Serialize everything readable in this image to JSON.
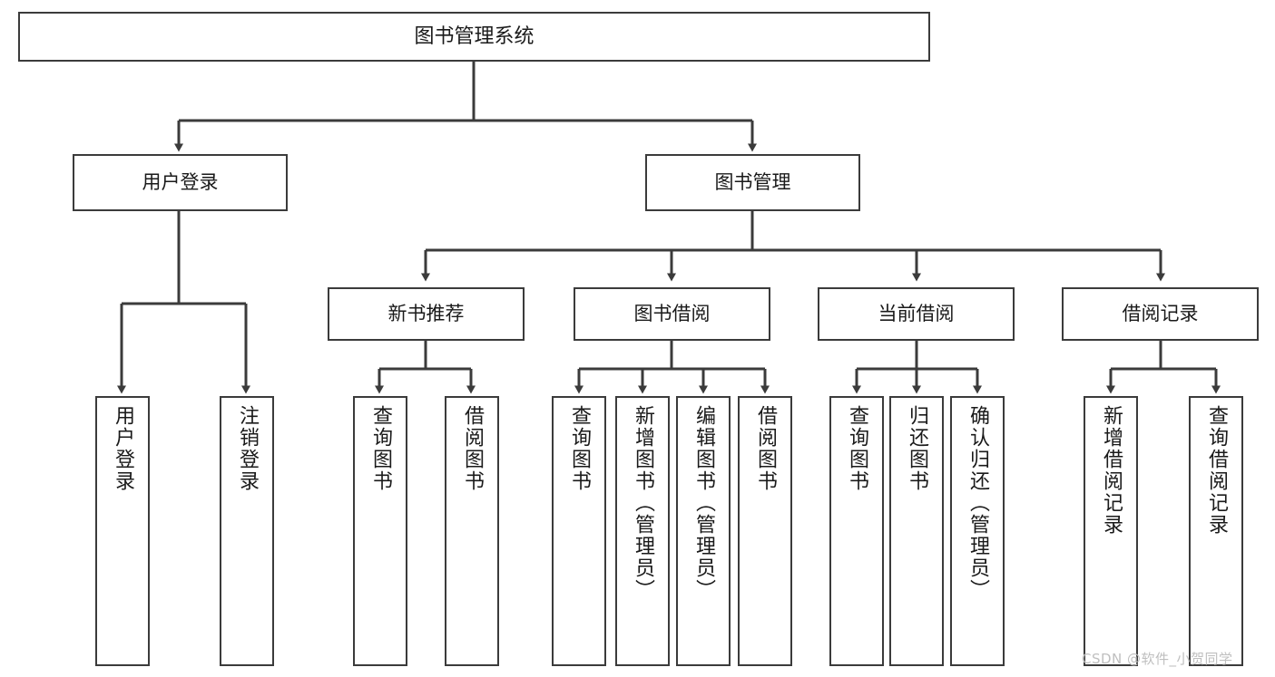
{
  "diagram": {
    "type": "tree-hierarchy-chart",
    "title": "图书管理系统",
    "watermark": "CSDN @软件_小贺同学",
    "colors": {
      "box_border": "#3b3b3b",
      "box_fill": "#ffffff",
      "edge": "#3b3b3b",
      "text": "#1a1a1a",
      "watermark": "#bfbfbf",
      "background": "#ffffff"
    },
    "nodes": {
      "root": {
        "label": "图书管理系统",
        "orientation": "horizontal"
      },
      "level2": [
        {
          "id": "user-login",
          "label": "用户登录",
          "orientation": "horizontal"
        },
        {
          "id": "book-management",
          "label": "图书管理",
          "orientation": "horizontal"
        }
      ],
      "level3": [
        {
          "id": "new-book-recommend",
          "label": "新书推荐",
          "orientation": "horizontal"
        },
        {
          "id": "book-borrow",
          "label": "图书借阅",
          "orientation": "horizontal"
        },
        {
          "id": "current-borrow",
          "label": "当前借阅",
          "orientation": "horizontal"
        },
        {
          "id": "borrow-record",
          "label": "借阅记录",
          "orientation": "horizontal"
        }
      ],
      "leaves": [
        {
          "id": "leaf-user-login",
          "parent": "user-login",
          "label": "用户登录",
          "orientation": "vertical"
        },
        {
          "id": "leaf-logout",
          "parent": "user-login",
          "label": "注销登录",
          "orientation": "vertical"
        },
        {
          "id": "leaf-query-book-1",
          "parent": "new-book-recommend",
          "label": "查询图书",
          "orientation": "vertical"
        },
        {
          "id": "leaf-borrow-book-1",
          "parent": "new-book-recommend",
          "label": "借阅图书",
          "orientation": "vertical"
        },
        {
          "id": "leaf-query-book-2",
          "parent": "book-borrow",
          "label": "查询图书",
          "orientation": "vertical"
        },
        {
          "id": "leaf-add-book",
          "parent": "book-borrow",
          "label": "新增图书（管理员）",
          "orientation": "vertical"
        },
        {
          "id": "leaf-edit-book",
          "parent": "book-borrow",
          "label": "编辑图书（管理员）",
          "orientation": "vertical"
        },
        {
          "id": "leaf-borrow-book-2",
          "parent": "book-borrow",
          "label": "借阅图书",
          "orientation": "vertical"
        },
        {
          "id": "leaf-query-book-3",
          "parent": "current-borrow",
          "label": "查询图书",
          "orientation": "vertical"
        },
        {
          "id": "leaf-return-book",
          "parent": "current-borrow",
          "label": "归还图书",
          "orientation": "vertical"
        },
        {
          "id": "leaf-confirm-return",
          "parent": "current-borrow",
          "label": "确认归还（管理员）",
          "orientation": "vertical"
        },
        {
          "id": "leaf-add-record",
          "parent": "borrow-record",
          "label": "新增借阅记录",
          "orientation": "vertical"
        },
        {
          "id": "leaf-query-record",
          "parent": "borrow-record",
          "label": "查询借阅记录",
          "orientation": "vertical"
        }
      ]
    }
  }
}
